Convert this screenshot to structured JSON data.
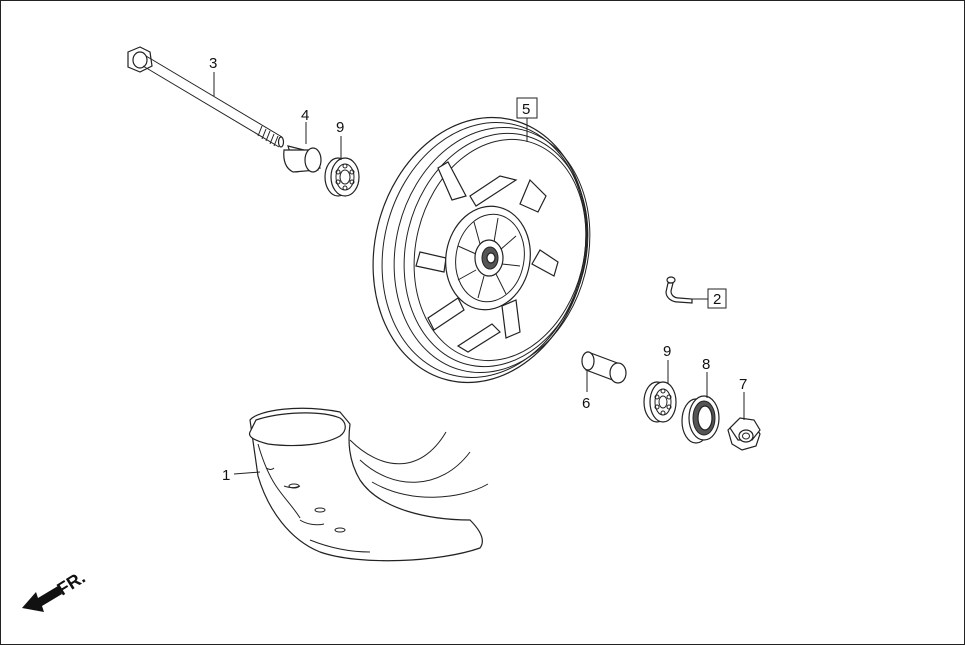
{
  "diagram": {
    "direction_label": "FR.",
    "callouts": [
      {
        "id": "1",
        "text": "1",
        "part": "tire"
      },
      {
        "id": "2",
        "text": "2",
        "part": "valve",
        "boxed": true
      },
      {
        "id": "3",
        "text": "3",
        "part": "axle"
      },
      {
        "id": "4",
        "text": "4",
        "part": "collar-left"
      },
      {
        "id": "5",
        "text": "5",
        "part": "wheel-rim",
        "boxed": true
      },
      {
        "id": "6",
        "text": "6",
        "part": "collar-right"
      },
      {
        "id": "7",
        "text": "7",
        "part": "nut"
      },
      {
        "id": "8",
        "text": "8",
        "part": "oil-seal"
      },
      {
        "id": "9a",
        "text": "9",
        "part": "bearing-left"
      },
      {
        "id": "9b",
        "text": "9",
        "part": "bearing-right"
      }
    ]
  }
}
